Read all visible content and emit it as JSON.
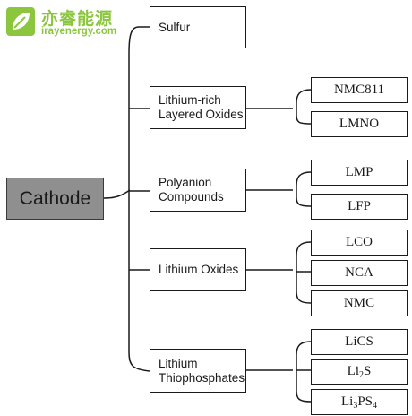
{
  "watermark": {
    "brand_cn": "亦睿能源",
    "url": "irayenergy.com",
    "color": "#8cc63f",
    "icon": "leaf-logo-icon"
  },
  "root": {
    "label": "Cathode",
    "fill": "#8f8f8f"
  },
  "categories": [
    {
      "label": "Sulfur",
      "children": []
    },
    {
      "label": "Lithium-rich Layered Oxides",
      "children": [
        "NMC811",
        "LMNO"
      ]
    },
    {
      "label": "Polyanion Compounds",
      "children": [
        "LMP",
        "LFP"
      ]
    },
    {
      "label": "Lithium Oxides",
      "children": [
        "LCO",
        "NCA",
        "NMC"
      ]
    },
    {
      "label": "Lithium Thiophosphates",
      "children": [
        "LiCS",
        "Li2S",
        "Li3PS4"
      ]
    }
  ]
}
